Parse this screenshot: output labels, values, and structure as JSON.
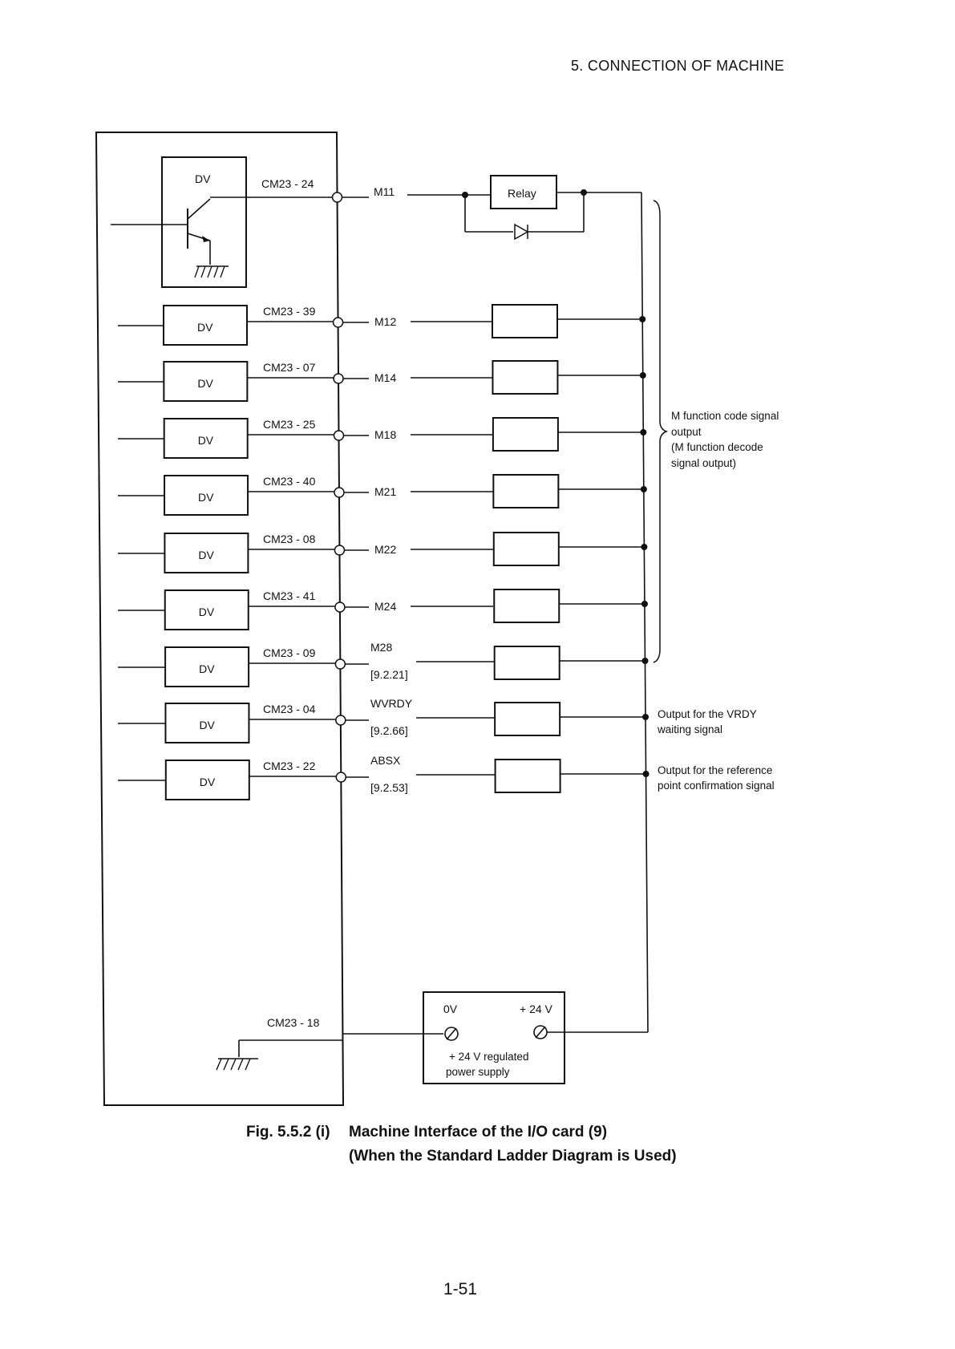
{
  "header": {
    "section": "5.  CONNECTION OF MACHINE"
  },
  "diagram": {
    "drivers": [
      {
        "label": "DV",
        "pin": "CM23 - 24",
        "signal": "M11",
        "ref": "",
        "load": "Relay"
      },
      {
        "label": "DV",
        "pin": "CM23 - 39",
        "signal": "M12",
        "ref": "",
        "load": ""
      },
      {
        "label": "DV",
        "pin": "CM23 - 07",
        "signal": "M14",
        "ref": "",
        "load": ""
      },
      {
        "label": "DV",
        "pin": "CM23 - 25",
        "signal": "M18",
        "ref": "",
        "load": ""
      },
      {
        "label": "DV",
        "pin": "CM23 - 40",
        "signal": "M21",
        "ref": "",
        "load": ""
      },
      {
        "label": "DV",
        "pin": "CM23 - 08",
        "signal": "M22",
        "ref": "",
        "load": ""
      },
      {
        "label": "DV",
        "pin": "CM23 - 41",
        "signal": "M24",
        "ref": "",
        "load": ""
      },
      {
        "label": "DV",
        "pin": "CM23 - 09",
        "signal": "M28",
        "ref": "[9.2.21]",
        "load": ""
      },
      {
        "label": "DV",
        "pin": "CM23 - 04",
        "signal": "WVRDY",
        "ref": "[9.2.66]",
        "load": ""
      },
      {
        "label": "DV",
        "pin": "CM23 - 22",
        "signal": "ABSX",
        "ref": "[9.2.53]",
        "load": ""
      }
    ],
    "ground_pin": "CM23 - 18",
    "power_supply": {
      "zero_volt": "0V",
      "plus_volt": "+ 24 V",
      "name_line1": "+ 24 V regulated",
      "name_line2": "power supply"
    },
    "notes": {
      "m_function": [
        "M function code signal",
        "output",
        "(M function decode",
        "signal output)"
      ],
      "vrdy": [
        "Output for the VRDY",
        "waiting signal"
      ],
      "absx": [
        "Output for the reference",
        "point confirmation signal"
      ]
    }
  },
  "caption": {
    "number": "Fig. 5.5.2 (i)",
    "line1": "Machine Interface of the I/O card (9)",
    "line2": "(When the Standard Ladder Diagram is Used)"
  },
  "page_number": "1-51"
}
